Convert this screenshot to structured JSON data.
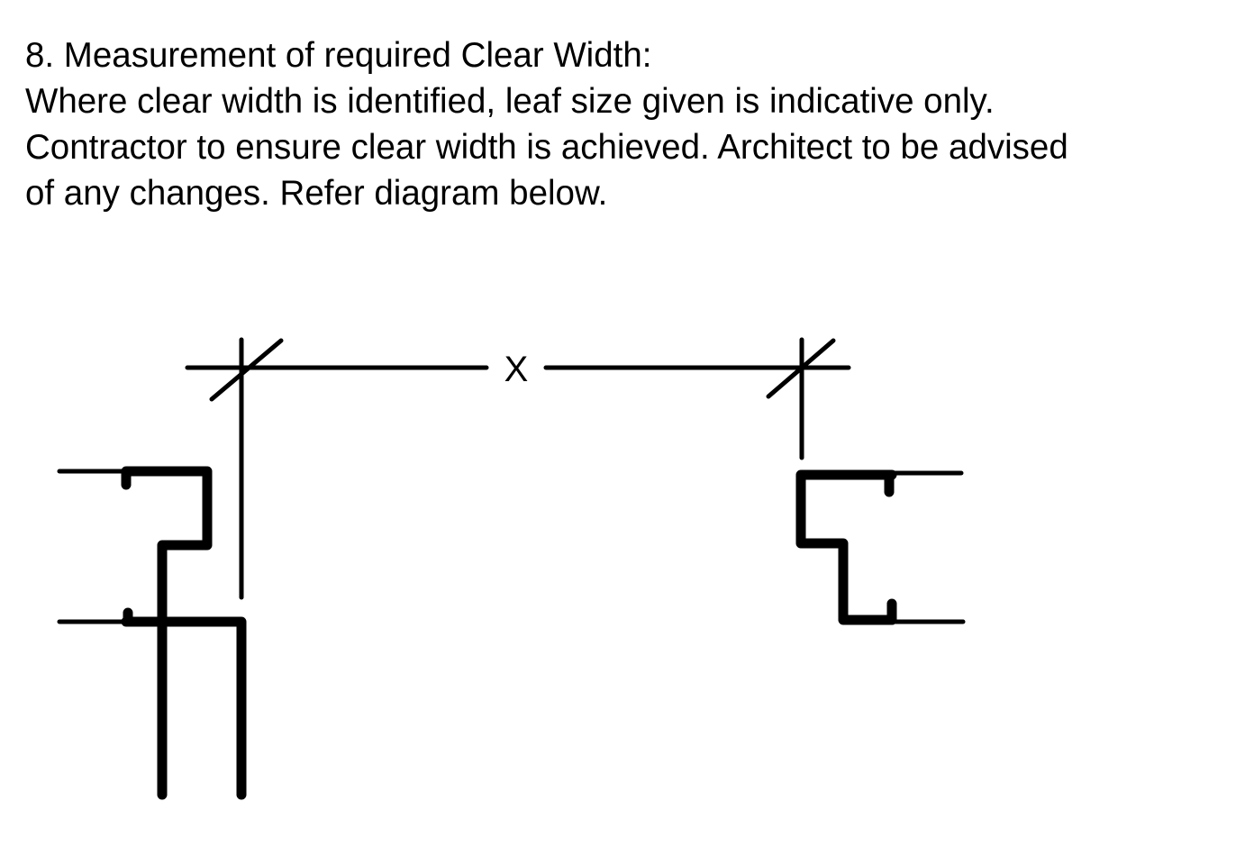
{
  "note": {
    "lines": [
      "8. Measurement of required Clear Width:",
      "Where clear width is identified, leaf size given is indicative only.",
      "Contractor to ensure clear width is achieved. Architect to be advised",
      "of any changes. Refer diagram below."
    ]
  },
  "diagram": {
    "dimension_label": "X",
    "line_color": "#000000"
  }
}
